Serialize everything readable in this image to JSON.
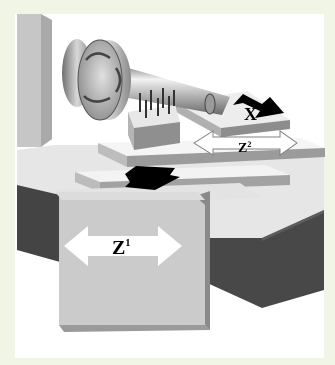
{
  "axes": {
    "x": {
      "main": "X",
      "sup": ""
    },
    "z2": {
      "main": "Z",
      "sup": "2"
    },
    "z1": {
      "main": "Z",
      "sup": "1"
    }
  },
  "colors": {
    "background": "#f0f5e6",
    "frame": "#ffffff",
    "headstock": "#c8c8c8",
    "bed_top": "#e6e6e6",
    "bed_side": "#464646",
    "carriage": "#cccccc",
    "arrow_white": "#ffffff",
    "arrow_black": "#000000"
  },
  "icons": [
    "chuck-icon",
    "spindle-icon",
    "tool-post-icon",
    "arrow-x-icon",
    "arrow-z2-icon",
    "arrow-down-icon",
    "arrow-z1-icon"
  ]
}
